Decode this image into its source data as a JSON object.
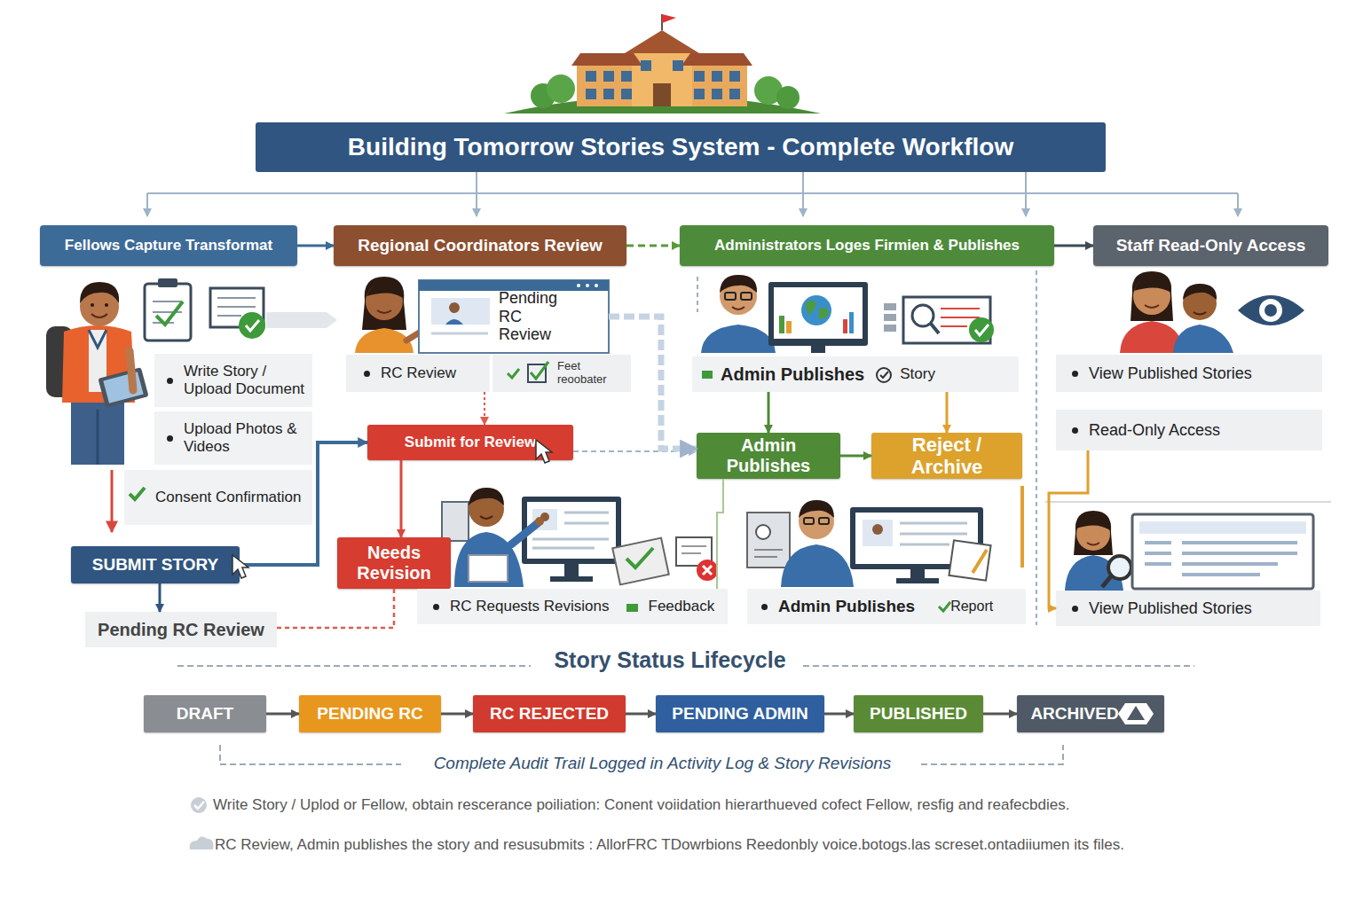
{
  "diagram": {
    "title": "Building Tomorrow Stories System - Complete Workflow",
    "nodes": [
      {
        "text": [
          "Fellows Capture Transformat"
        ]
      },
      {
        "text": [
          "Regional Coordinators Review"
        ]
      },
      {
        "text": [
          "Administrators Loges Firmien & Publishes"
        ]
      },
      {
        "text": [
          "Staff Read-Only Access"
        ]
      },
      {
        "text": [
          "Write Story / Upload Document"
        ]
      },
      {
        "text": [
          "Upload Photos & Videos"
        ]
      },
      {
        "text": [
          "Consent Confirmation"
        ]
      },
      {
        "text": [
          "SUBMIT STORY"
        ]
      },
      {
        "text": [
          "Pending RC Review"
        ]
      },
      {
        "text": [
          "Pending RC Review"
        ]
      },
      {
        "text": [
          "RC Review"
        ]
      },
      {
        "text": [
          "Feet reoobater"
        ]
      },
      {
        "text": [
          "Submit for Review"
        ]
      },
      {
        "text": [
          "Needs Revision"
        ]
      },
      {
        "text": [
          "RC Requests Revisions",
          "Feedback"
        ]
      },
      {
        "text": [
          "Admin Publishes",
          "Story"
        ]
      },
      {
        "text": [
          "Admin Publishes"
        ]
      },
      {
        "text": [
          "Reject / Archive"
        ]
      },
      {
        "text": [
          "Admin Publishes",
          "Report"
        ]
      },
      {
        "text": [
          "View Published Stories"
        ]
      },
      {
        "text": [
          "Read-Only Access"
        ]
      },
      {
        "text": [
          "View Published Stories"
        ]
      },
      {
        "text": [
          "DRAFT"
        ]
      },
      {
        "text": [
          "PENDING RC"
        ]
      },
      {
        "text": [
          "RC REJECTED"
        ]
      },
      {
        "text": [
          "PENDING ADMIN"
        ]
      },
      {
        "text": [
          "PUBLISHED"
        ]
      },
      {
        "text": [
          "ARCHIVED"
        ]
      }
    ],
    "edges": [
      {
        "from": 0,
        "to": 1,
        "arrow": "to"
      },
      {
        "from": 1,
        "to": 2,
        "arrow": "to"
      },
      {
        "from": 2,
        "to": 3,
        "arrow": "to"
      },
      {
        "from": 7,
        "to": 8,
        "arrow": "to"
      },
      {
        "from": 7,
        "to": 12,
        "arrow": "to"
      },
      {
        "from": 10,
        "to": 12,
        "arrow": "to"
      },
      {
        "from": 12,
        "to": 13,
        "arrow": "to"
      },
      {
        "from": 12,
        "to": 16,
        "arrow": "to"
      },
      {
        "from": 9,
        "to": 16,
        "arrow": "to"
      },
      {
        "from": 13,
        "to": 8,
        "arrow": "none"
      },
      {
        "from": 15,
        "to": 16,
        "arrow": "to"
      },
      {
        "from": 15,
        "to": 17,
        "arrow": "to"
      },
      {
        "from": 16,
        "to": 17,
        "arrow": "to"
      },
      {
        "from": 16,
        "to": 14,
        "arrow": "none"
      },
      {
        "from": 20,
        "to": 21,
        "arrow": "to"
      },
      {
        "from": 22,
        "to": 23,
        "arrow": "to"
      },
      {
        "from": 23,
        "to": 24,
        "arrow": "to"
      },
      {
        "from": 24,
        "to": 25,
        "arrow": "to"
      },
      {
        "from": 25,
        "to": 26,
        "arrow": "to"
      },
      {
        "from": 26,
        "to": 27,
        "arrow": "to"
      }
    ],
    "labels": [
      "Story Status Lifecycle",
      "Complete Audit Trail Logged in Activity Log & Story Revisions",
      "Write Story / Uplod or Fellow, obtain rescerance poiliation: Conent voiidation hierarthueved cofect Fellow, resfig and reafecbdies.",
      "RC Review, Admin publishes the story and resusubmits : AllorFRC TDowrbions Reedonbly voice.botogs.las screset.ontadiiumen its files."
    ]
  }
}
